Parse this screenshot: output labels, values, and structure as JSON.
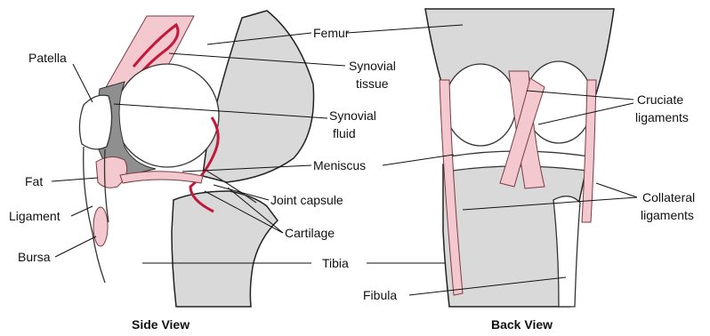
{
  "side_view": {
    "caption": "Side View",
    "labels": {
      "femur": "Femur",
      "patella": "Patella",
      "synovial_tissue_1": "Synovial",
      "synovial_tissue_2": "tissue",
      "synovial_fluid_1": "Synovial",
      "synovial_fluid_2": "fluid",
      "meniscus": "Meniscus",
      "fat": "Fat",
      "joint_capsule": "Joint capsule",
      "ligament": "Ligament",
      "cartilage": "Cartilage",
      "bursa": "Bursa",
      "tibia": "Tibia"
    }
  },
  "back_view": {
    "caption": "Back View",
    "labels": {
      "cruciate_1": "Cruciate",
      "cruciate_2": "ligaments",
      "collateral_1": "Collateral",
      "collateral_2": "ligaments",
      "fibula": "Fibula"
    }
  },
  "colors": {
    "bone_fill": "#d9d9d9",
    "tissue_pink": "#f3c9cf",
    "synovial_red": "#c4183a",
    "fluid_gray": "#8f8f8f"
  }
}
